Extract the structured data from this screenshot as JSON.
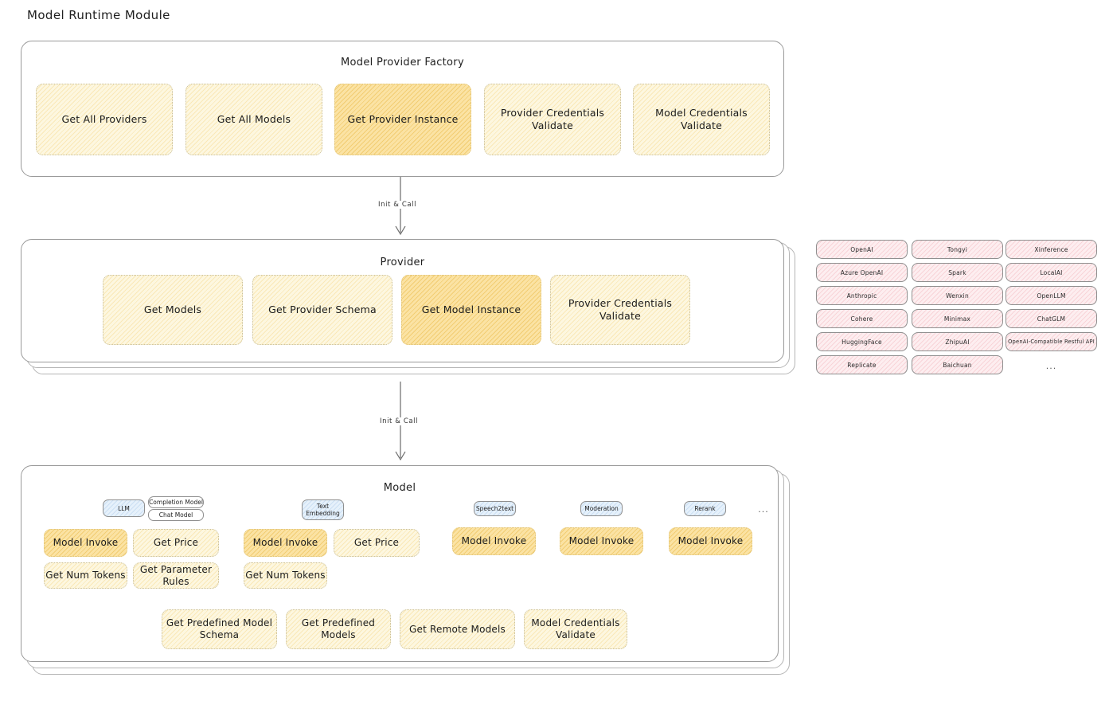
{
  "title": "Model Runtime Module",
  "factory": {
    "title": "Model Provider Factory",
    "nodes": [
      {
        "label": "Get All Providers",
        "highlight": false
      },
      {
        "label": "Get All Models",
        "highlight": false
      },
      {
        "label": "Get Provider Instance",
        "highlight": true
      },
      {
        "label": "Provider Credentials Validate",
        "highlight": false
      },
      {
        "label": "Model Credentials Validate",
        "highlight": false
      }
    ]
  },
  "connectors": [
    {
      "label": "Init & Call"
    },
    {
      "label": "Init & Call"
    }
  ],
  "provider": {
    "title": "Provider",
    "nodes": [
      {
        "label": "Get Models",
        "highlight": false
      },
      {
        "label": "Get Provider Schema",
        "highlight": false
      },
      {
        "label": "Get Model Instance",
        "highlight": true
      },
      {
        "label": "Provider Credentials Validate",
        "highlight": false
      }
    ]
  },
  "provider_list": {
    "columns": [
      [
        "OpenAI",
        "Azure OpenAI",
        "Anthropic",
        "Cohere",
        "HuggingFace",
        "Replicate"
      ],
      [
        "Tongyi",
        "Spark",
        "Wenxin",
        "Minimax",
        "ZhipuAI",
        "Baichuan"
      ],
      [
        "Xinference",
        "LocalAI",
        "OpenLLM",
        "ChatGLM",
        "OpenAI-Compatible Restful API"
      ]
    ],
    "more": "..."
  },
  "model": {
    "title": "Model",
    "more": "...",
    "types": [
      {
        "name": "LLM",
        "subtypes": [
          "Completion Model",
          "Chat Model"
        ],
        "methods": [
          "Model Invoke",
          "Get Price",
          "Get Num Tokens",
          "Get Parameter Rules"
        ],
        "highlight_method": "Model Invoke"
      },
      {
        "name": "Text Embedding",
        "subtypes": [],
        "methods": [
          "Model Invoke",
          "Get Price",
          "Get Num Tokens"
        ],
        "highlight_method": "Model Invoke"
      },
      {
        "name": "Speech2text",
        "subtypes": [],
        "methods": [
          "Model Invoke"
        ],
        "highlight_method": "Model Invoke"
      },
      {
        "name": "Moderation",
        "subtypes": [],
        "methods": [
          "Model Invoke"
        ],
        "highlight_method": "Model Invoke"
      },
      {
        "name": "Rerank",
        "subtypes": [],
        "methods": [
          "Model Invoke"
        ],
        "highlight_method": "Model Invoke"
      }
    ],
    "common_methods": [
      "Get Predefined Model Schema",
      "Get Predefined Models",
      "Get Remote Models",
      "Model Credentials Validate"
    ]
  },
  "colors": {
    "node_fill": "#fdf7e0",
    "node_fill_highlight": "#fbe3a4",
    "provider_chip_fill": "#fdeef0",
    "model_type_chip_fill": "#e6f1fb",
    "panel_border": "#9a9a9a"
  }
}
